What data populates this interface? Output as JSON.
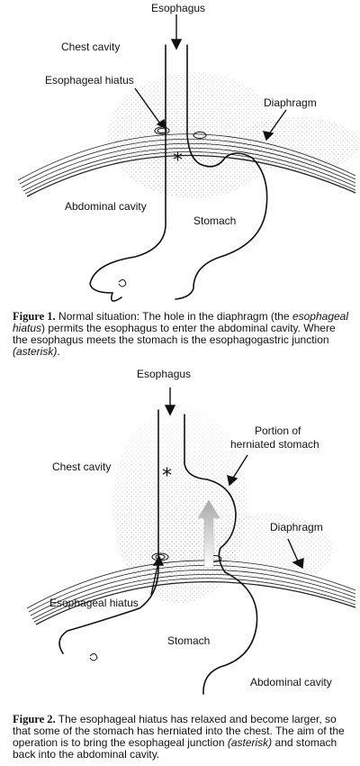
{
  "figure1": {
    "labels": {
      "esophagus": "Esophagus",
      "chest_cavity": "Chest cavity",
      "esophageal_hiatus": "Esophageal hiatus",
      "diaphragm": "Diaphragm",
      "abdominal_cavity": "Abdominal cavity",
      "stomach": "Stomach",
      "asterisk": "*"
    },
    "caption": {
      "number": "Figure 1.",
      "text_a": " Normal situation: The hole in the diaphragm (the ",
      "italic_a": "esophageal hiatus",
      "text_b": ") permits the esophagus to enter the abdominal cavity. Where the esophagus meets the stomach is the esophagogastric junction ",
      "italic_b": "(asterisk)",
      "text_c": "."
    }
  },
  "figure2": {
    "labels": {
      "esophagus": "Esophagus",
      "chest_cavity": "Chest cavity",
      "portion_of_herniated_stomach_line1": "Portion of",
      "portion_of_herniated_stomach_line2": "herniated stomach",
      "diaphragm": "Diaphragm",
      "esophageal_hiatus": "Esophageal hiatus",
      "stomach": "Stomach",
      "abdominal_cavity": "Abdominal cavity",
      "asterisk": "*"
    },
    "caption": {
      "number": "Figure 2.",
      "text_a": " The esophageal hiatus has relaxed and become larger, so that some of the stomach has herniated into the chest. The aim of the operation is to bring the esophageal junction ",
      "italic_a": "(asterisk)",
      "text_b": " and stomach back into the abdominal cavity."
    }
  },
  "colors": {
    "ink": "#111111",
    "stipple": "#8a8a8a",
    "arrow_grey": "#b0b0b0"
  }
}
